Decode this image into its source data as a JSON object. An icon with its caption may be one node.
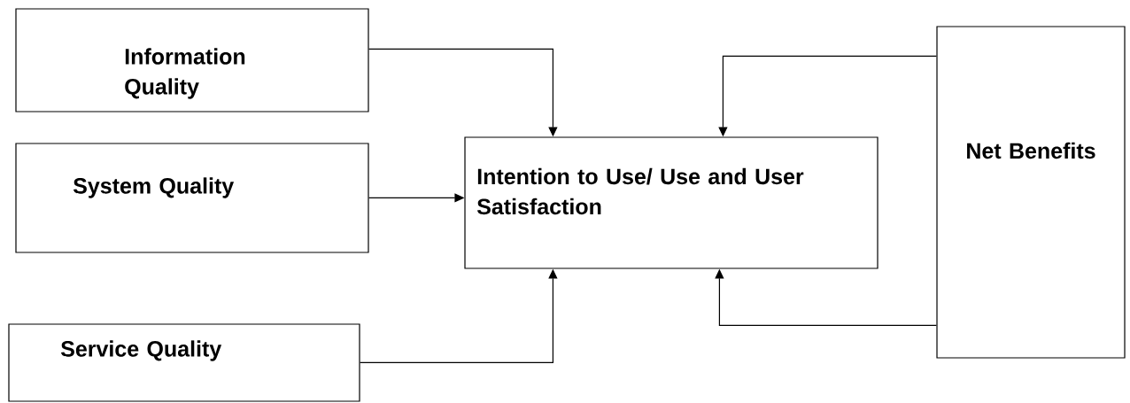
{
  "diagram": {
    "nodes": [
      {
        "text": [
          "Information Quality"
        ]
      },
      {
        "text": [
          "System Quality"
        ]
      },
      {
        "text": [
          "Service Quality"
        ]
      },
      {
        "text": [
          "Intention to Use/ Use and User Satisfaction"
        ]
      },
      {
        "text": [
          "Net Benefits"
        ]
      }
    ],
    "edges": [
      {
        "from": 0,
        "to": 3,
        "arrow": "to"
      },
      {
        "from": 1,
        "to": 3,
        "arrow": "to"
      },
      {
        "from": 2,
        "to": 3,
        "arrow": "to"
      },
      {
        "from": 4,
        "to": 3,
        "arrow": "to"
      },
      {
        "from": 4,
        "to": 3,
        "arrow": "to"
      }
    ]
  }
}
